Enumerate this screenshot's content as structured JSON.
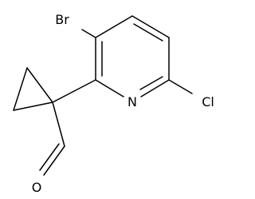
{
  "molecule": {
    "atoms": {
      "br": "Br",
      "n": "N",
      "cl": "Cl",
      "o": "O"
    },
    "colors": {
      "bond": "#000000",
      "label": "#000000",
      "background": "#ffffff"
    }
  }
}
